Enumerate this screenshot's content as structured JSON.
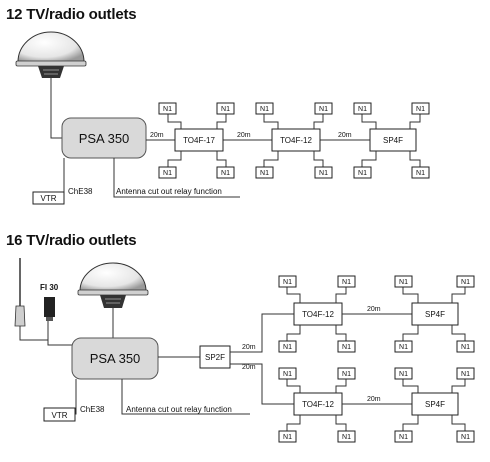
{
  "sections": [
    {
      "title": "12 TV/radio outlets",
      "psa": "PSA 350",
      "vtr": "VTR",
      "che": "ChE38",
      "relay": "Antenna cut out relay function",
      "distance": "20m",
      "outlet": "N1",
      "units": [
        "TO4F-17",
        "TO4F-12",
        "SP4F"
      ]
    },
    {
      "title": "16 TV/radio outlets",
      "psa": "PSA 350",
      "vtr": "VTR",
      "che": "ChE38",
      "relay": "Antenna cut out relay function",
      "distance": "20m",
      "outlet": "N1",
      "fi": "FI 30",
      "splitter": "SP2F",
      "units": [
        "TO4F-12",
        "SP4F",
        "TO4F-12",
        "SP4F"
      ]
    }
  ]
}
